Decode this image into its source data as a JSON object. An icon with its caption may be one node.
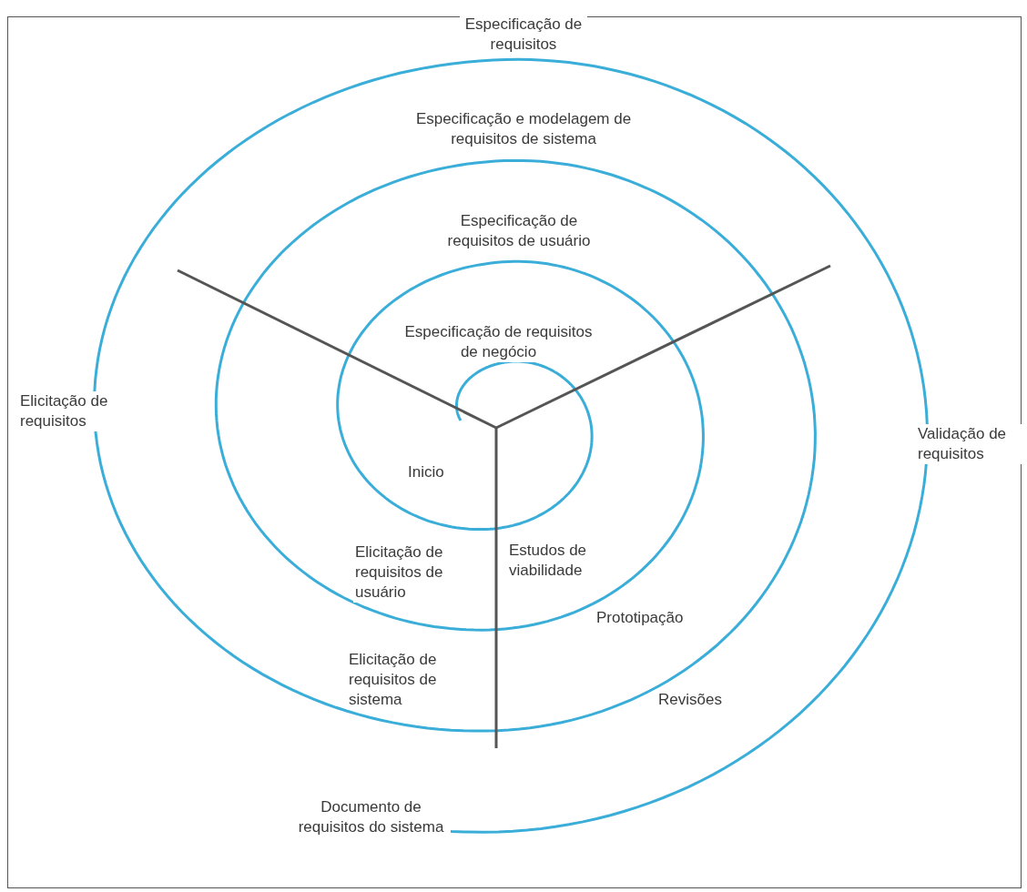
{
  "diagram": {
    "labels": [
      "Especificação de requisitos",
      "Especificação e modelagem de requisitos de sistema",
      "Especificação de requisitos de usuário",
      "Especificação de requisitos de negócio",
      "Elicitação de requisitos",
      "Validação de requisitos",
      "Inicio",
      "Elicitação de requisitos de usuário",
      "Estudos de viabilidade",
      "Prototipação",
      "Elicitação de requisitos de sistema",
      "Revisões",
      "Documento de requisitos do sistema"
    ]
  }
}
